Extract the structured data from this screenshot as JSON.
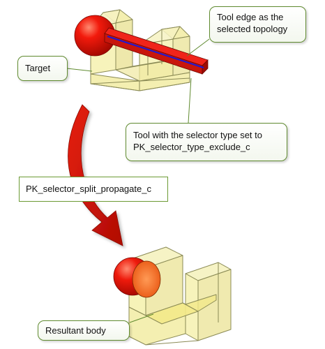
{
  "callouts": {
    "tool_edge": {
      "line1": "Tool edge as the",
      "line2": "selected topology"
    },
    "target": {
      "text": "Target"
    },
    "tool_selector": {
      "line1": "Tool with the selector type set to",
      "line2": "PK_selector_type_exclude_c"
    },
    "operation": {
      "text": "PK_selector_split_propagate_c"
    },
    "result": {
      "text": "Resultant body"
    }
  },
  "colors": {
    "callout_border": "#5f8a2f",
    "body_fill": "#f6f2b4",
    "body_edge": "#8a8a55",
    "tool_red": "#e8160c",
    "selected_edge": "#1a1ad6",
    "arrow_red": "#c8120a"
  }
}
